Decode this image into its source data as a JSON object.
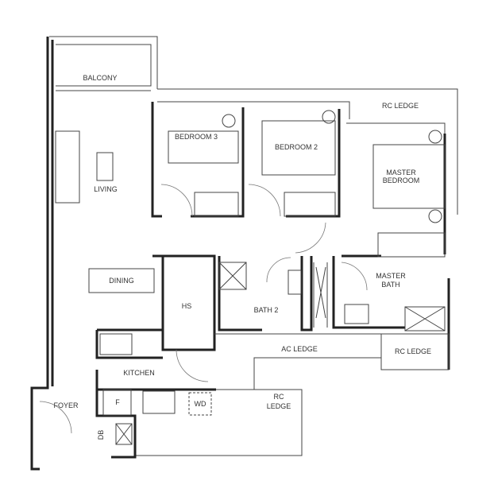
{
  "rooms": {
    "balcony": "BALCONY",
    "rc_ledge_top": "RC LEDGE",
    "bedroom3": "BEDROOM 3",
    "bedroom2": "BEDROOM 2",
    "master_bedroom_1": "MASTER",
    "master_bedroom_2": "BEDROOM",
    "living": "LIVING",
    "dining": "DINING",
    "hs": "HS",
    "bath2": "BATH 2",
    "master_bath_1": "MASTER",
    "master_bath_2": "BATH",
    "ac_ledge": "AC LEDGE",
    "rc_ledge_right": "RC LEDGE",
    "kitchen": "KITCHEN",
    "fridge": "F",
    "washer_dryer": "WD",
    "foyer": "FOYER",
    "db": "DB",
    "rc_ledge_bottom_1": "RC",
    "rc_ledge_bottom_2": "LEDGE"
  },
  "colors": {
    "wall": "#222222",
    "line": "#444444"
  }
}
